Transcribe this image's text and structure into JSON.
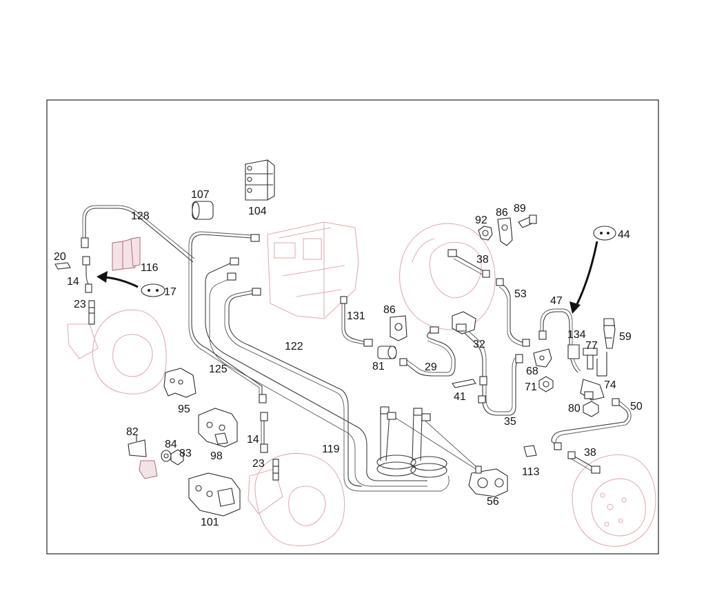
{
  "callouts": {
    "c107": "107",
    "c104": "104",
    "c128": "128",
    "c116": "116",
    "c20": "20",
    "c14a": "14",
    "c17": "17",
    "c23a": "23",
    "c92": "92",
    "c86a": "86",
    "c89": "89",
    "c44": "44",
    "c38a": "38",
    "c53": "53",
    "c47": "47",
    "c131": "131",
    "c86b": "86",
    "c32": "32",
    "c134": "134",
    "c77": "77",
    "c59": "59",
    "c122": "122",
    "c81": "81",
    "c29": "29",
    "c68": "68",
    "c125": "125",
    "c71": "71",
    "c74": "74",
    "c41": "41",
    "c95": "95",
    "c80": "80",
    "c50": "50",
    "c35": "35",
    "c82": "82",
    "c84": "84",
    "c83": "83",
    "c14b": "14",
    "c98": "98",
    "c119": "119",
    "c38b": "38",
    "c23b": "23",
    "c113": "113",
    "c56": "56",
    "c101": "101"
  }
}
